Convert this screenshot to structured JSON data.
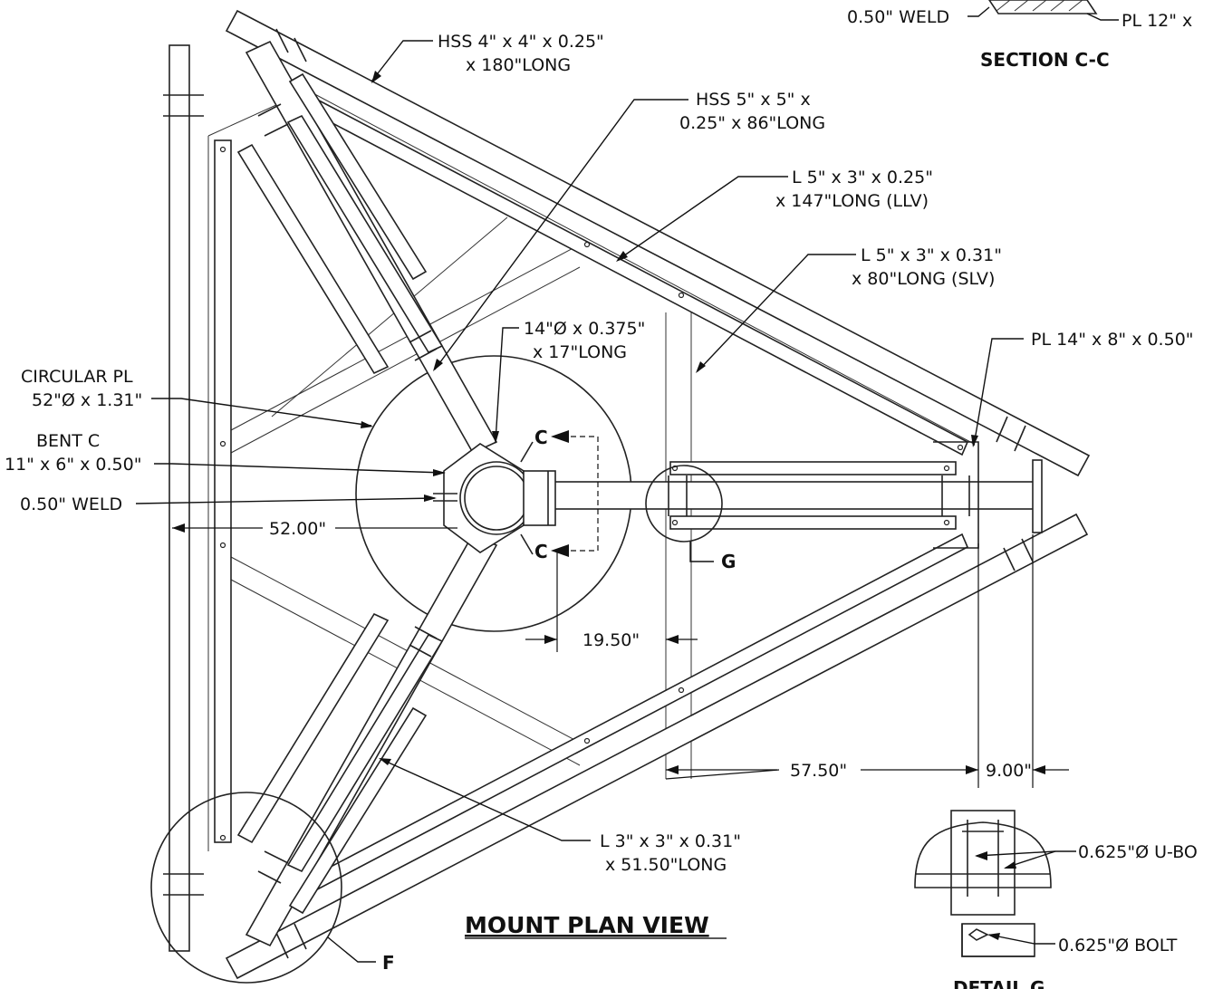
{
  "title": "MOUNT PLAN VIEW",
  "section": {
    "title": "SECTION C-C",
    "weld_label": "0.50\" WELD",
    "plate_label": "PL 12\" x"
  },
  "detail": {
    "title": "DETAIL G",
    "ubolt_label": "0.625\"Ø U-BO",
    "bolt_label": "0.625\"Ø BOLT"
  },
  "callouts": {
    "hss4_line1": "HSS 4\" x 4\" x 0.25\"",
    "hss4_line2": "x 180\"LONG",
    "hss5_line1": "HSS 5\" x 5\" x",
    "hss5_line2": "0.25\" x 86\"LONG",
    "llv_line1": "L 5\" x 3\" x 0.25\"",
    "llv_line2": "x 147\"LONG (LLV)",
    "slv_line1": "L 5\" x 3\" x 0.31\"",
    "slv_line2": "x 80\"LONG (SLV)",
    "pipe_line1": "14\"Ø x 0.375\"",
    "pipe_line2": "x 17\"LONG",
    "pl14": "PL 14\" x 8\" x 0.50\"",
    "circ_line1": "CIRCULAR PL",
    "circ_line2": "52\"Ø x 1.31\"",
    "bent_line1": "BENT C",
    "bent_line2": "11\" x 6\" x 0.50\"",
    "weld": "0.50\" WELD",
    "angle_line1": "L 3\" x 3\" x 0.31\"",
    "angle_line2": "x 51.50\"LONG"
  },
  "dimensions": {
    "d52": "52.00\"",
    "d19": "19.50\"",
    "d57": "57.50\"",
    "d9": "9.00\""
  },
  "markers": {
    "section_c_top": "C",
    "section_c_bottom": "C",
    "detail_g": "G",
    "detail_f": "F"
  }
}
